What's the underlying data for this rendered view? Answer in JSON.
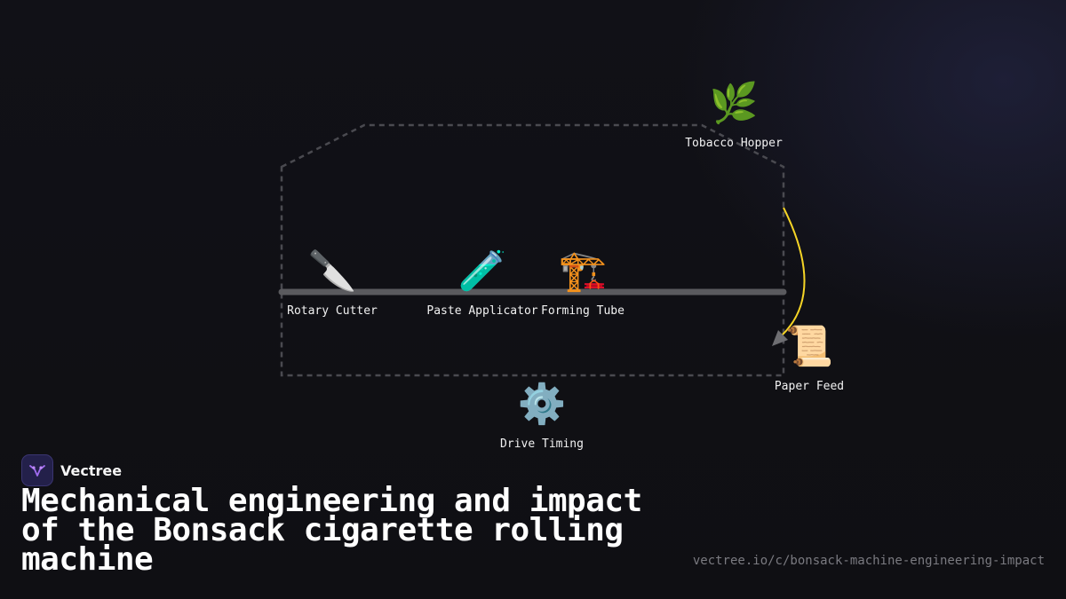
{
  "brand": {
    "name": "Vectree",
    "logo_icon": "vectree-logo-icon",
    "accent": "#8a5cf6"
  },
  "title": "Mechanical engineering and impact of the Bonsack cigarette rolling machine",
  "url": "vectree.io/c/bonsack-machine-engineering-impact",
  "diagram": {
    "nodes": [
      {
        "id": "tobacco-hopper",
        "label": "Tobacco Hopper",
        "icon": "herb-icon",
        "glyph": "🌿"
      },
      {
        "id": "rotary-cutter",
        "label": "Rotary Cutter",
        "icon": "knife-icon",
        "glyph": "🔪"
      },
      {
        "id": "paste-applicator",
        "label": "Paste Applicator",
        "icon": "test-tube-icon",
        "glyph": "🧪"
      },
      {
        "id": "forming-tube",
        "label": "Forming Tube",
        "icon": "crane-icon",
        "glyph": "🏗️"
      },
      {
        "id": "paper-feed",
        "label": "Paper Feed",
        "icon": "scroll-icon",
        "glyph": "📜"
      },
      {
        "id": "drive-timing",
        "label": "Drive Timing",
        "icon": "gear-icon",
        "glyph": "⚙️"
      }
    ],
    "colors": {
      "conveyor": "#5a5a5e",
      "outline": "#4a4a50",
      "arrow": "#f5d426",
      "arrowhead": "#6e6e72"
    }
  }
}
